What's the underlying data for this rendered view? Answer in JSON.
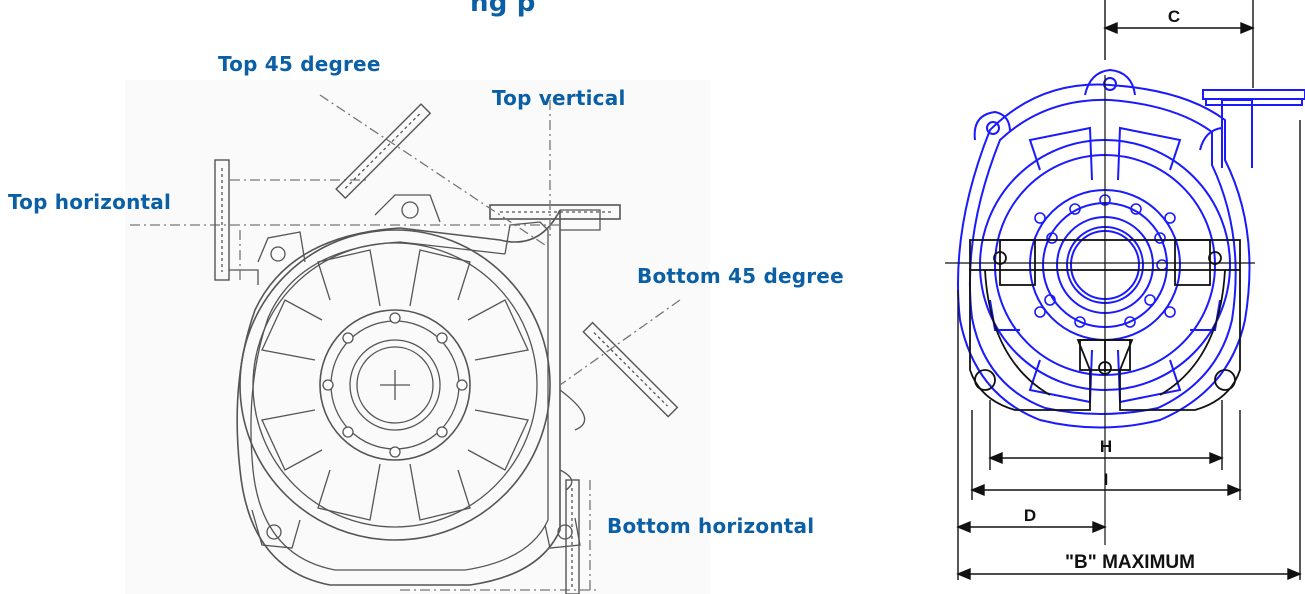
{
  "left_diagram": {
    "header_fragment": "ng p",
    "labels": {
      "top_45": "Top 45 degree",
      "top_vertical": "Top vertical",
      "top_horizontal": "Top horizontal",
      "bottom_45": "Bottom 45 degree",
      "bottom_horizontal": "Bottom horizontal"
    }
  },
  "right_diagram": {
    "dimensions": {
      "c": "C",
      "h": "H",
      "i": "I",
      "d": "D",
      "b": "\"B\" MAXIMUM"
    }
  },
  "colors": {
    "label_blue": "#0b5fa5",
    "pump_blue": "#1a1aff",
    "line_gray": "#555555"
  }
}
